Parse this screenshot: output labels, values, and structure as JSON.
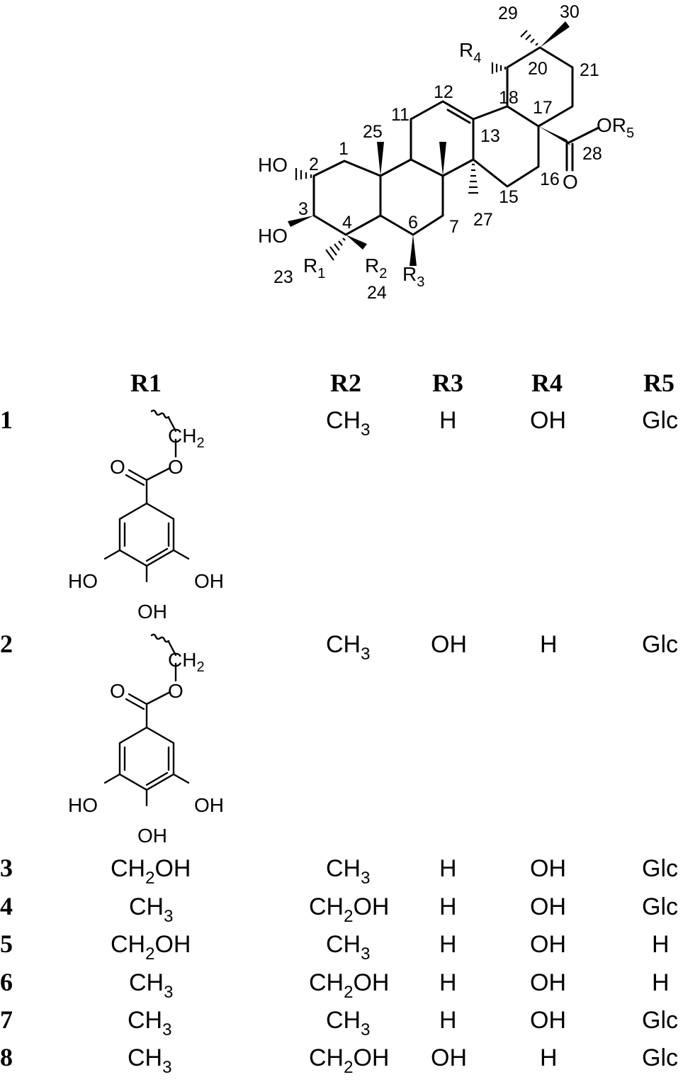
{
  "structure": {
    "atom_numbers": [
      "1",
      "2",
      "3",
      "4",
      "6",
      "7",
      "11",
      "12",
      "13",
      "15",
      "16",
      "17",
      "18",
      "20",
      "21",
      "23",
      "24",
      "25",
      "27",
      "28",
      "29",
      "30"
    ],
    "substituents": {
      "ho2": "HO",
      "ho3": "HO",
      "r1": "R",
      "r1_sub": "1",
      "r2": "R",
      "r2_sub": "2",
      "r3": "R",
      "r3_sub": "3",
      "r4": "R",
      "r4_sub": "4",
      "or5": "OR",
      "or5_sub": "5",
      "carbonyl_o": "O"
    }
  },
  "table": {
    "headers": [
      "R1",
      "R2",
      "R3",
      "R4",
      "R5"
    ],
    "rows": [
      {
        "id": "1",
        "r1": "galloyloxymethyl",
        "r2": "CH3",
        "r3": "H",
        "r4": "OH",
        "r5": "Glc"
      },
      {
        "id": "2",
        "r1": "galloyloxymethyl",
        "r2": "CH3",
        "r3": "OH",
        "r4": "H",
        "r5": "Glc"
      },
      {
        "id": "3",
        "r1": "CH2OH",
        "r2": "CH3",
        "r3": "H",
        "r4": "OH",
        "r5": "Glc"
      },
      {
        "id": "4",
        "r1": "CH3",
        "r2": "CH2OH",
        "r3": "H",
        "r4": "OH",
        "r5": "Glc"
      },
      {
        "id": "5",
        "r1": "CH2OH",
        "r2": "CH3",
        "r3": "H",
        "r4": "OH",
        "r5": "H"
      },
      {
        "id": "6",
        "r1": "CH3",
        "r2": "CH2OH",
        "r3": "H",
        "r4": "OH",
        "r5": "H"
      },
      {
        "id": "7",
        "r1": "CH3",
        "r2": "CH3",
        "r3": "H",
        "r4": "OH",
        "r5": "Glc"
      },
      {
        "id": "8",
        "r1": "CH3",
        "r2": "CH2OH",
        "r3": "OH",
        "r4": "H",
        "r5": "Glc"
      }
    ]
  },
  "galloyl_fragment": {
    "ch": "CH",
    "ch_sub": "2",
    "ester_o": "O",
    "carbonyl_o": "O",
    "ho_left": "HO",
    "oh_right": "OH",
    "oh_bottom": "OH"
  },
  "formula_parts": {
    "ch": "CH",
    "oh": "OH",
    "sub2": "2",
    "sub3": "3"
  }
}
